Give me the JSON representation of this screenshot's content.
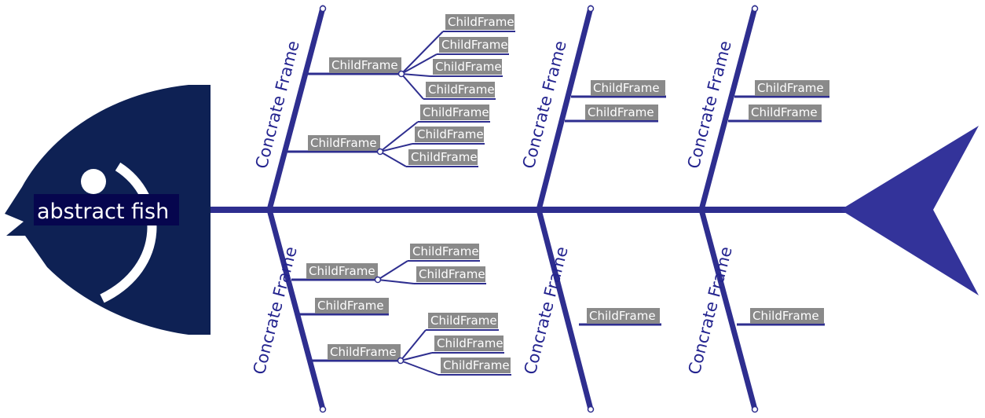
{
  "head": {
    "label": "abstract fish",
    "color": "#0e2154"
  },
  "spine_color": "#2e2e8f",
  "tail_color": "#33339a",
  "bones": [
    {
      "label": "Concrate Frame",
      "causes": [
        {
          "label": "ChildFrame",
          "subs": [
            "ChildFrame",
            "ChildFrame",
            "ChildFrame",
            "ChildFrame"
          ]
        },
        {
          "label": "ChildFrame",
          "subs": [
            "ChildFrame",
            "ChildFrame",
            "ChildFrame"
          ]
        }
      ]
    },
    {
      "label": "Concrate Frame",
      "causes": [
        {
          "label": "ChildFrame",
          "subs": [
            "ChildFrame",
            "ChildFrame"
          ]
        },
        {
          "label": "ChildFrame",
          "subs": []
        },
        {
          "label": "ChildFrame",
          "subs": [
            "ChildFrame",
            "ChildFrame",
            "ChildFrame"
          ]
        }
      ]
    },
    {
      "label": "Concrate Frame",
      "causes": [
        {
          "label": "ChildFrame",
          "subs": []
        },
        {
          "label": "ChildFrame",
          "subs": []
        }
      ]
    },
    {
      "label": "Concrate Frame",
      "causes": [
        {
          "label": "ChildFrame",
          "subs": []
        }
      ]
    },
    {
      "label": "Concrate Frame",
      "causes": [
        {
          "label": "ChildFrame",
          "subs": []
        },
        {
          "label": "ChildFrame",
          "subs": []
        }
      ]
    },
    {
      "label": "Concrate Frame",
      "causes": [
        {
          "label": "ChildFrame",
          "subs": []
        }
      ]
    }
  ]
}
